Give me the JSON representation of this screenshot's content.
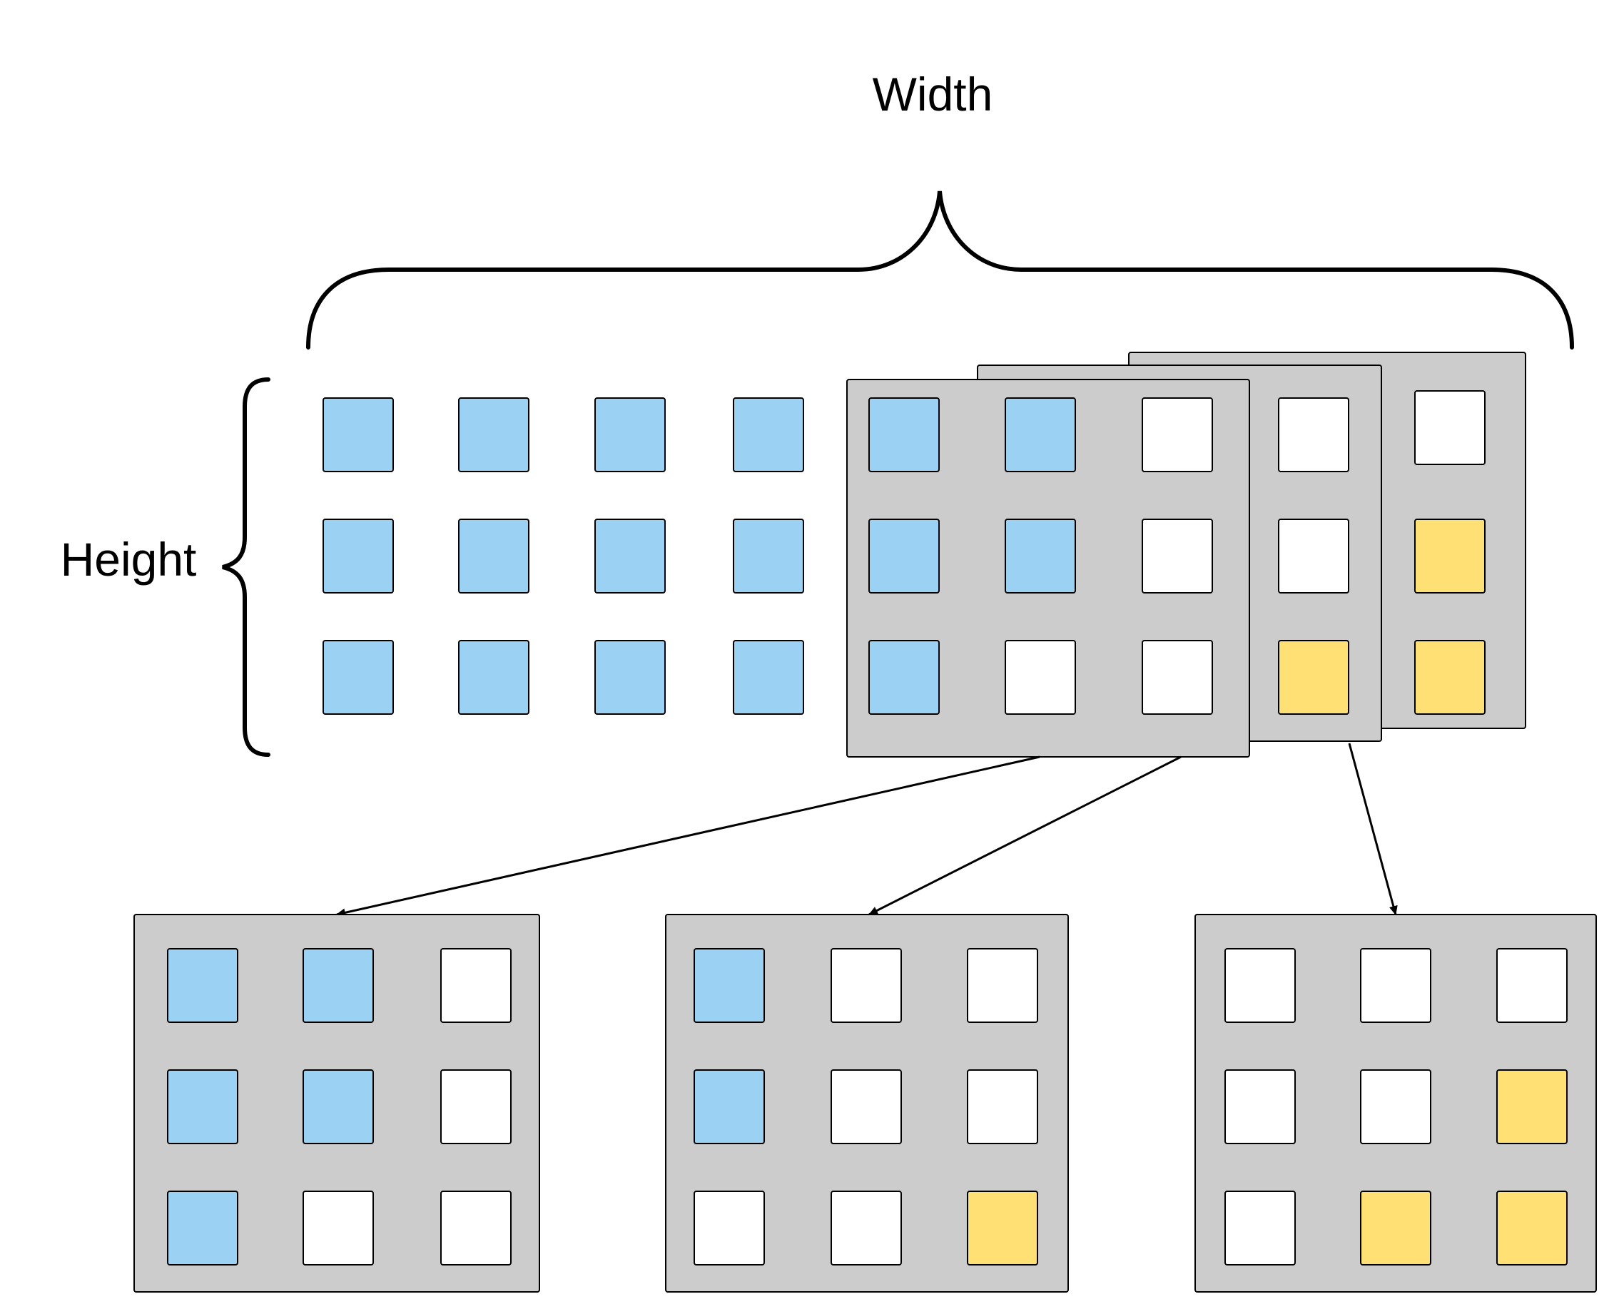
{
  "labels": {
    "width": "Width",
    "height": "Height"
  },
  "colors": {
    "blue": "#9bd1f2",
    "white": "#ffffff",
    "yellow": "#fee074",
    "panel": "#cccccc",
    "stroke": "#000000"
  },
  "input_grid": {
    "rows": [
      [
        "blue",
        "blue",
        "blue",
        "blue"
      ],
      [
        "blue",
        "blue",
        "blue",
        "blue"
      ],
      [
        "blue",
        "blue",
        "blue",
        "blue"
      ]
    ]
  },
  "stacked_windows": [
    {
      "rows": [
        [
          "white"
        ],
        [
          "yellow"
        ],
        [
          "yellow"
        ]
      ]
    },
    {
      "rows": [
        [
          "white"
        ],
        [
          "white"
        ],
        [
          "yellow"
        ]
      ]
    },
    {
      "rows": [
        [
          "blue",
          "blue",
          "white"
        ],
        [
          "blue",
          "blue",
          "white"
        ],
        [
          "blue",
          "white",
          "white"
        ]
      ]
    }
  ],
  "output_windows": [
    {
      "rows": [
        [
          "blue",
          "blue",
          "white"
        ],
        [
          "blue",
          "blue",
          "white"
        ],
        [
          "blue",
          "white",
          "white"
        ]
      ]
    },
    {
      "rows": [
        [
          "blue",
          "white",
          "white"
        ],
        [
          "blue",
          "white",
          "white"
        ],
        [
          "white",
          "white",
          "yellow"
        ]
      ]
    },
    {
      "rows": [
        [
          "white",
          "white",
          "white"
        ],
        [
          "white",
          "white",
          "yellow"
        ],
        [
          "white",
          "yellow",
          "yellow"
        ]
      ]
    }
  ]
}
